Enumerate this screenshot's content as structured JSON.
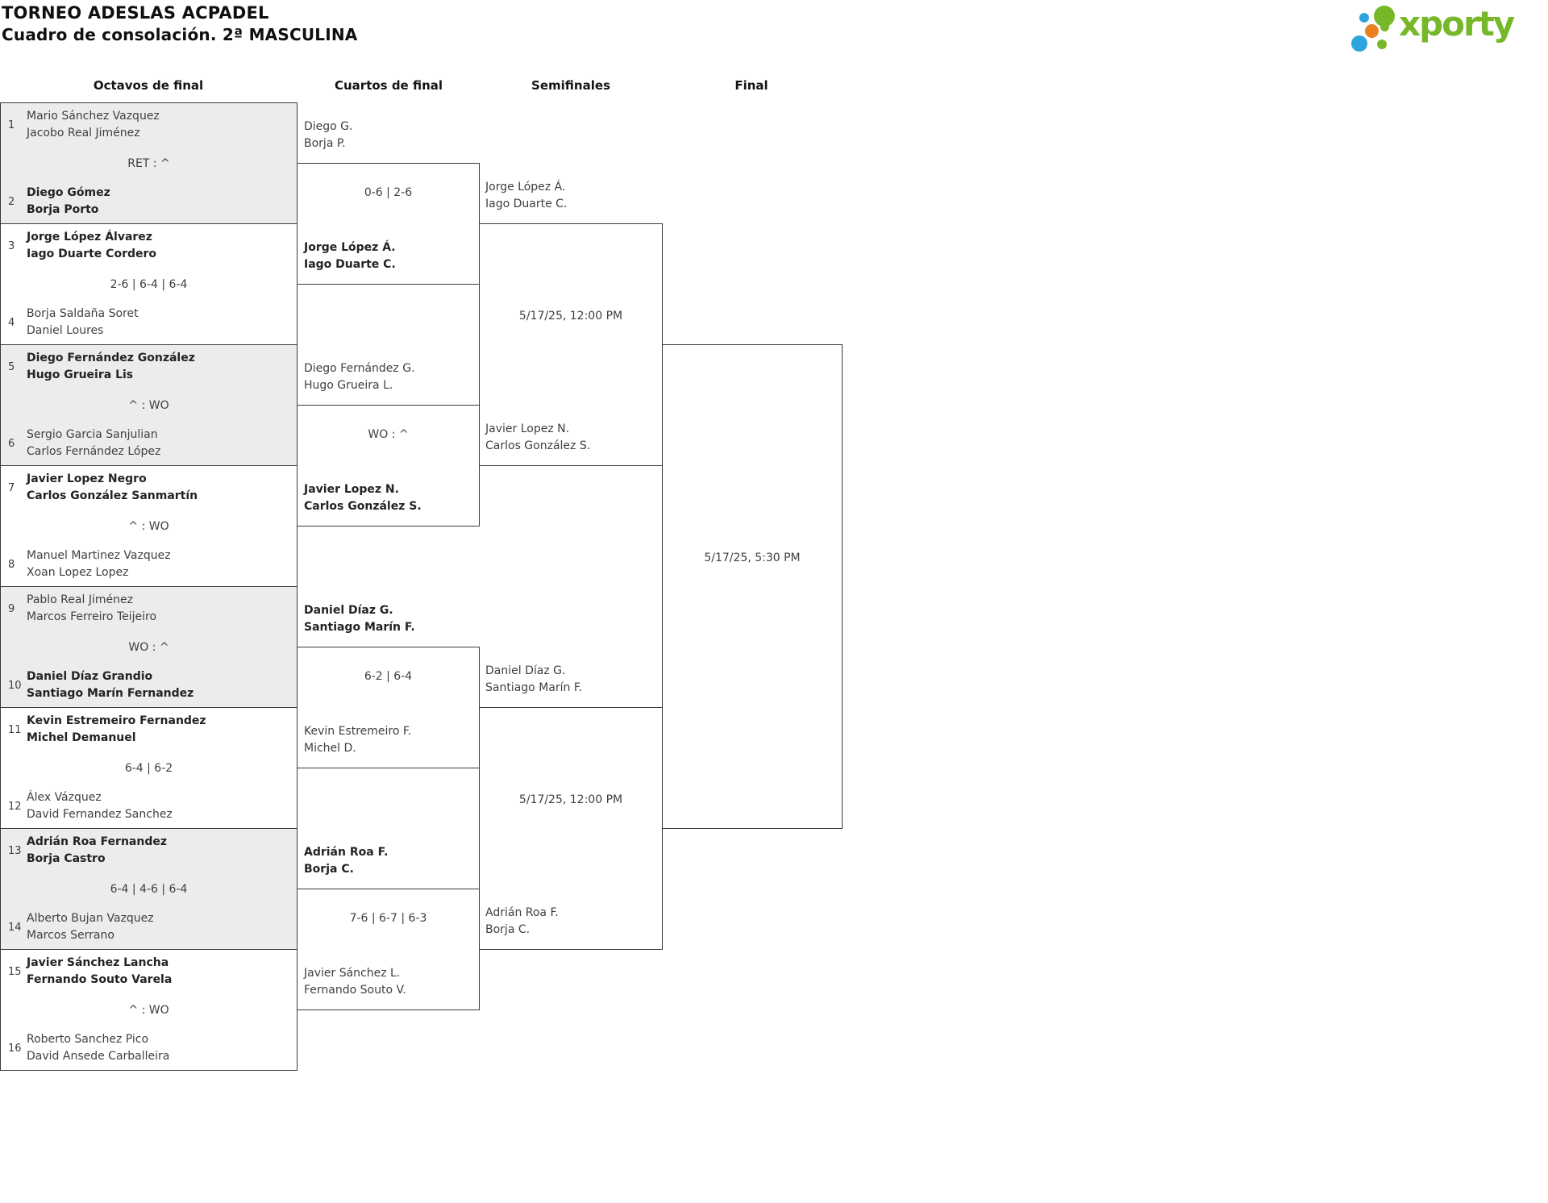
{
  "header": {
    "title": "TORNEO ADESLAS ACPADEL",
    "subtitle": "Cuadro de consolación. 2ª MASCULINA",
    "logo_text": "xporty",
    "brand_colors": {
      "green": "#76b82a",
      "blue": "#2da4dc",
      "orange": "#e8821e"
    }
  },
  "columns": [
    "Octavos de final",
    "Cuartos de final",
    "Semifinales",
    "Final"
  ],
  "octavos": [
    {
      "seed_top": "1",
      "team_top": [
        "Mario Sánchez Vazquez",
        "Jacobo Real Jiménez"
      ],
      "score": "RET : ^",
      "seed_bottom": "2",
      "team_bottom": [
        "Diego Gómez",
        "Borja Porto"
      ],
      "winner": "bottom"
    },
    {
      "seed_top": "3",
      "team_top": [
        "Jorge López Álvarez",
        "Iago Duarte Cordero"
      ],
      "score": "2-6 | 6-4 | 6-4",
      "seed_bottom": "4",
      "team_bottom": [
        "Borja Saldaña Soret",
        "Daniel Loures"
      ],
      "winner": "top"
    },
    {
      "seed_top": "5",
      "team_top": [
        "Diego Fernández González",
        "Hugo Grueira Lis"
      ],
      "score": "^ : WO",
      "seed_bottom": "6",
      "team_bottom": [
        "Sergio Garcia Sanjulian",
        "Carlos Fernández López"
      ],
      "winner": "top"
    },
    {
      "seed_top": "7",
      "team_top": [
        "Javier Lopez Negro",
        "Carlos González Sanmartín"
      ],
      "score": "^ : WO",
      "seed_bottom": "8",
      "team_bottom": [
        "Manuel Martinez Vazquez",
        "Xoan Lopez Lopez"
      ],
      "winner": "top"
    },
    {
      "seed_top": "9",
      "team_top": [
        "Pablo Real Jiménez",
        "Marcos Ferreiro Teijeiro"
      ],
      "score": "WO : ^",
      "seed_bottom": "10",
      "team_bottom": [
        "Daniel Díaz Grandio",
        "Santiago Marín Fernandez"
      ],
      "winner": "bottom"
    },
    {
      "seed_top": "11",
      "team_top": [
        "Kevin Estremeiro Fernandez",
        "Michel Demanuel"
      ],
      "score": "6-4 | 6-2",
      "seed_bottom": "12",
      "team_bottom": [
        "Álex Vázquez",
        "David Fernandez Sanchez"
      ],
      "winner": "top"
    },
    {
      "seed_top": "13",
      "team_top": [
        "Adrián Roa Fernandez",
        "Borja Castro"
      ],
      "score": "6-4 | 4-6 | 6-4",
      "seed_bottom": "14",
      "team_bottom": [
        "Alberto Bujan Vazquez",
        "Marcos Serrano"
      ],
      "winner": "top"
    },
    {
      "seed_top": "15",
      "team_top": [
        "Javier Sánchez Lancha",
        "Fernando Souto Varela"
      ],
      "score": "^ : WO",
      "seed_bottom": "16",
      "team_bottom": [
        "Roberto Sanchez Pico",
        "David Ansede Carballeira"
      ],
      "winner": "top"
    }
  ],
  "cuartos": [
    {
      "team_top": [
        "Diego G.",
        "Borja P."
      ],
      "score": "0-6 | 2-6",
      "team_bottom": [
        "Jorge López Á.",
        "Iago Duarte C."
      ],
      "winner": "bottom"
    },
    {
      "team_top": [
        "Diego Fernández G.",
        "Hugo Grueira L."
      ],
      "score": "WO : ^",
      "team_bottom": [
        "Javier Lopez N.",
        "Carlos González S."
      ],
      "winner": "bottom"
    },
    {
      "team_top": [
        "Daniel Díaz G.",
        "Santiago Marín F."
      ],
      "score": "6-2 | 6-4",
      "team_bottom": [
        "Kevin Estremeiro F.",
        "Michel D."
      ],
      "winner": "top"
    },
    {
      "team_top": [
        "Adrián Roa F.",
        "Borja C."
      ],
      "score": "7-6 | 6-7 | 6-3",
      "team_bottom": [
        "Javier Sánchez L.",
        "Fernando Souto V."
      ],
      "winner": "top"
    }
  ],
  "semifinales": [
    {
      "team_top": [
        "Jorge López Á.",
        "Iago Duarte C."
      ],
      "schedule": "5/17/25, 12:00 PM",
      "team_bottom": [
        "Javier Lopez N.",
        "Carlos González S."
      ]
    },
    {
      "team_top": [
        "Daniel Díaz G.",
        "Santiago Marín F."
      ],
      "schedule": "5/17/25, 12:00 PM",
      "team_bottom": [
        "Adrián Roa F.",
        "Borja C."
      ]
    }
  ],
  "final": {
    "schedule": "5/17/25, 5:30 PM"
  }
}
